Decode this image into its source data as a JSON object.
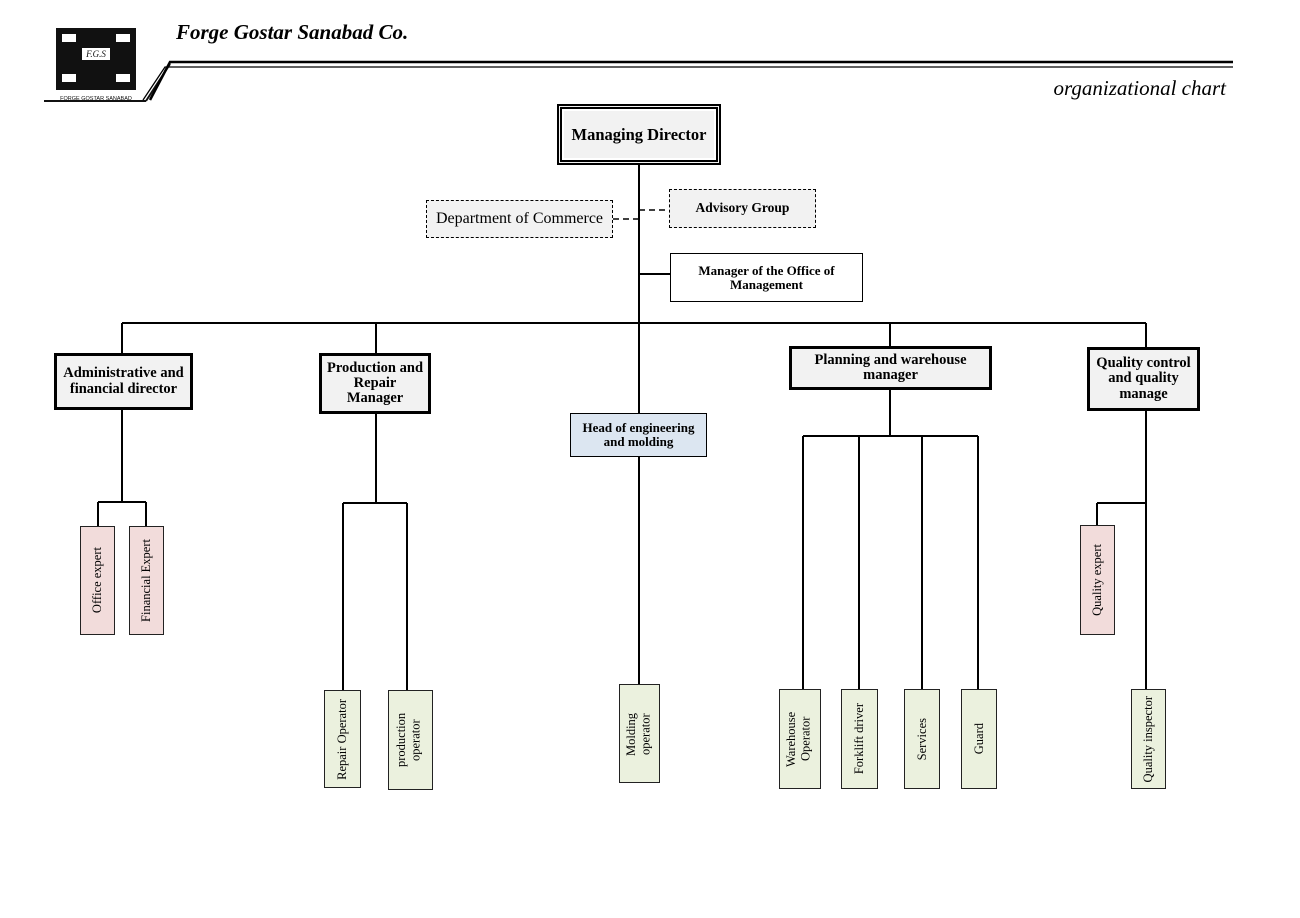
{
  "header": {
    "company": "Forge Gostar Sanabad Co.",
    "subtitle": "organizational chart",
    "logo": {
      "initials": "F.G.S",
      "ring_text": "FORGE GOSTAR SANABAD"
    }
  },
  "chart": {
    "managing_director": "Managing Director",
    "department_of_commerce": "Department of Commerce",
    "advisory_group": "Advisory Group",
    "office_manager": "Manager of the Office of Management",
    "directors": {
      "admin_financial": "Administrative and financial director",
      "production_repair": "Production and Repair Manager",
      "engineering_molding": "Head of engineering and molding",
      "planning_warehouse": "Planning and warehouse manager",
      "quality_control": "Quality control and quality manage"
    },
    "staff": {
      "office_expert": "Office expert",
      "financial_expert": "Financial Expert",
      "repair_operator": "Repair Operator",
      "production_operator": "production operator",
      "molding_operator": "Molding operator",
      "warehouse_operator": "Warehouse Operator",
      "forklift_driver": "Forklift driver",
      "services": "Services",
      "guard": "Guard",
      "quality_expert": "Quality expert",
      "quality_inspector": "Quality inspector"
    }
  },
  "colors": {
    "box_gray": "#f2f2f2",
    "box_blue": "#dce6f1",
    "box_pink": "#f2dcdb",
    "box_green": "#ebf1de",
    "line": "#000000"
  }
}
